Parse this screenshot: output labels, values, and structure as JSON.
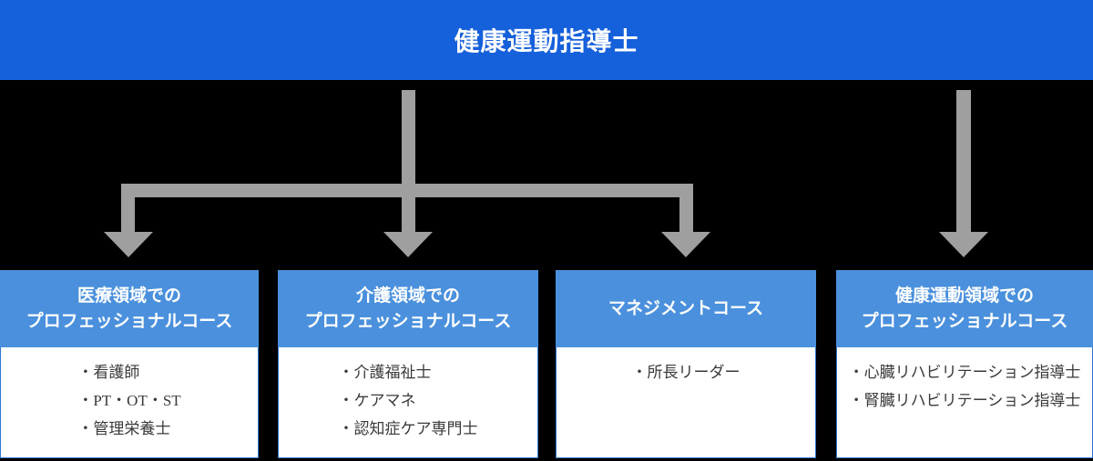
{
  "banner": {
    "title": "健康運動指導士"
  },
  "colors": {
    "background": "#000000",
    "banner_bg": "#1560db",
    "header_bg": "#4a90dd",
    "body_border": "#2e75d0",
    "body_text": "#3a3a3a",
    "arrow": "#9f9fa0",
    "header_text": "#ffffff",
    "banner_text": "#ffffff"
  },
  "columns": [
    {
      "header_lines": [
        "医療領域での",
        "プロフェッショナルコース"
      ],
      "items": [
        "・看護師",
        "・PT・OT・ST",
        "・管理栄養士"
      ]
    },
    {
      "header_lines": [
        "介護領域での",
        "プロフェッショナルコース"
      ],
      "items": [
        "・介護福祉士",
        "・ケアマネ",
        "・認知症ケア専門士"
      ]
    },
    {
      "header_lines": [
        "マネジメントコース"
      ],
      "items": [
        "・所長リーダー"
      ]
    },
    {
      "header_lines": [
        "健康運動領域での",
        "プロフェッショナルコース"
      ],
      "items": [
        "・心臓リハビリテーション指導士",
        "・腎臓リハビリテーション指導士"
      ]
    }
  ]
}
